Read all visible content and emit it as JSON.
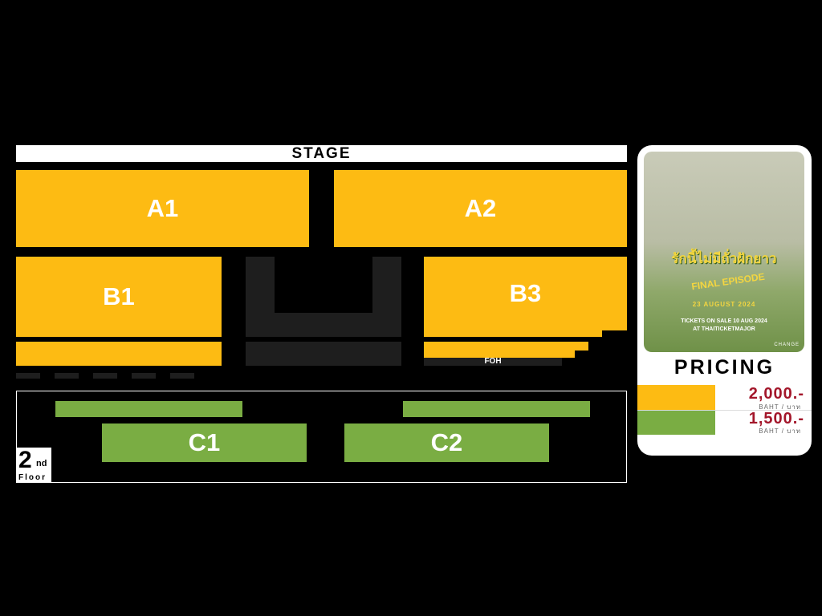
{
  "stage": "STAGE",
  "sections": {
    "a1": "A1",
    "a2": "A2",
    "b1": "B1",
    "b3": "B3",
    "c1": "C1",
    "c2": "C2",
    "foh": "FOH"
  },
  "floor": {
    "number": "2",
    "suffix": "nd",
    "label": "Floor"
  },
  "poster": {
    "title_th": "รักนี้ไม่มีถั่วฝักยาว",
    "subtitle": "FINAL EPISODE",
    "date": "23 AUGUST 2024",
    "sale": "TICKETS ON SALE 10 AUG 2024",
    "at": "AT THAITICKETMAJOR",
    "brand": "CHANGE"
  },
  "pricing": {
    "title": "PRICING",
    "tiers": [
      {
        "color": "#fdbb13",
        "price": "2,000.-",
        "unit": "BAHT / บาท"
      },
      {
        "color": "#7aad43",
        "price": "1,500.-",
        "unit": "BAHT / บาท"
      }
    ]
  }
}
